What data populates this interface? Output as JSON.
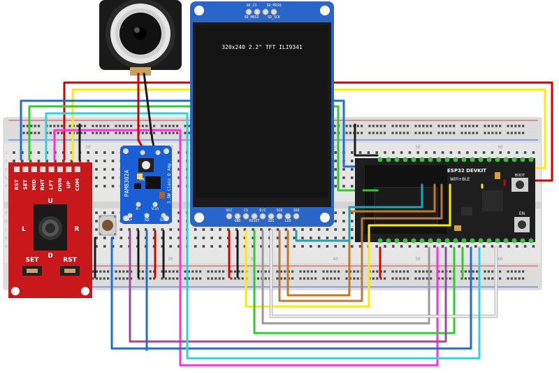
{
  "tft": {
    "title": "320x240 2.2\" TFT ILI9341",
    "top_pins": [
      "SD_CS",
      "SD_MISO"
    ],
    "top_pins2": [
      "SD_MOSI",
      "SD_SCK"
    ],
    "pins_row1": [
      "VCC",
      "CS",
      "D/C",
      "SCK",
      "SDO"
    ],
    "pins_row2": [
      "GND",
      "RESET",
      "SDI",
      "LED"
    ]
  },
  "joystick": {
    "header_pins": [
      "RST",
      "SET",
      "MID",
      "RHT",
      "LFT",
      "DWN",
      "UP",
      "COM"
    ],
    "dir_up": "U",
    "dir_left": "L",
    "dir_right": "R",
    "dir_down": "D",
    "set_label": "SET",
    "rst_label": "RST"
  },
  "amp": {
    "name": "PAM8302A",
    "desc": "2.5W Class D Amp",
    "pins": [
      "A+",
      "A-",
      "Vin",
      "SD",
      "Gnd"
    ],
    "vol": "VOL"
  },
  "esp32": {
    "title": "ESP32 DEVKIT",
    "subtitle": "WiFi+BLE",
    "boot": "BOOT",
    "en": "EN"
  },
  "breadboard": {
    "col_numbers": [
      "10",
      "20",
      "30",
      "40",
      "50",
      "60"
    ],
    "row_letters_top": [
      "J",
      "I",
      "H",
      "G",
      "F"
    ],
    "row_letters_bottom": [
      "E",
      "D",
      "C",
      "B",
      "A"
    ]
  },
  "colors": {
    "red": "#d50000",
    "black": "#1a1a1a",
    "yellow": "#ffeb00",
    "blue": "#1f6fd1",
    "green": "#2ecc2e",
    "cyan": "#30d0e0",
    "magenta": "#ff30d8",
    "orange": "#c8781a",
    "purple": "#9a4a9a",
    "gray": "#9a9a9a",
    "white_wire": "#eeeeee",
    "dark_cyan": "#1aa6b0",
    "brown": "#b87a3c",
    "board_red": "#c8181c",
    "amp_blue": "#1a5fd6",
    "esp_black": "#1e1e1e",
    "tft_blue": "#2a66c8"
  }
}
